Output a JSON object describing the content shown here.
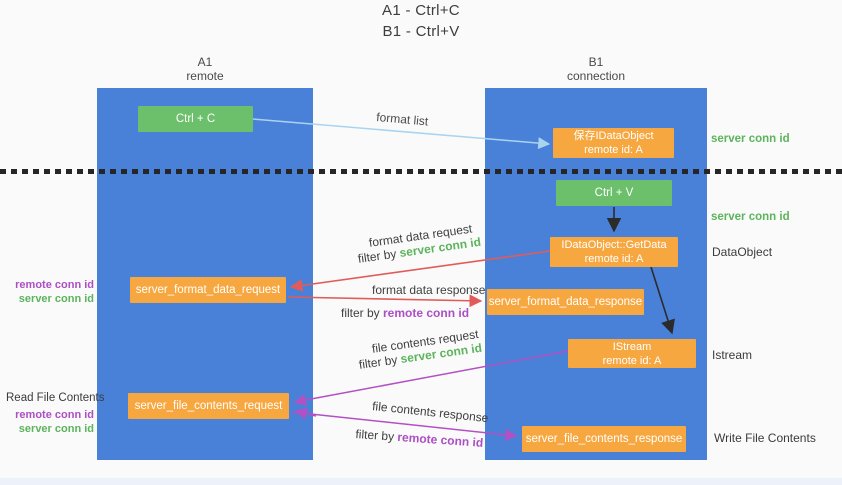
{
  "title": {
    "line1": "A1 - Ctrl+C",
    "line2": "B1 - Ctrl+V"
  },
  "lanes": {
    "left": {
      "name": "A1",
      "role": "remote"
    },
    "right": {
      "name": "B1",
      "role": "connection"
    }
  },
  "nodes": {
    "ctrl_c": {
      "label": "Ctrl + C"
    },
    "save_dataobject": {
      "line1": "保存IDataObject",
      "line2": "remote id: A"
    },
    "ctrl_v": {
      "label": "Ctrl + V"
    },
    "getdata": {
      "line1": "IDataObject::GetData",
      "line2": "remote id: A"
    },
    "format_request": {
      "label": "server_format_data_request"
    },
    "format_response": {
      "label": "server_format_data_response"
    },
    "istream": {
      "line1": "IStream",
      "line2": "remote id: A"
    },
    "file_request": {
      "label": "server_file_contents_request"
    },
    "file_response": {
      "label": "server_file_contents_response"
    }
  },
  "annotations": {
    "format_list": "format list",
    "format_data_request": "format data request",
    "format_data_response": "format data response",
    "file_contents_request": "file contents request",
    "file_contents_response": "file contents response",
    "filter_by": "filter by ",
    "server_conn_id": "server conn id",
    "remote_conn_id": "remote conn id"
  },
  "side_labels": {
    "server_conn_id": "server conn id",
    "remote_conn_id": "remote conn id",
    "dataobject": "DataObject",
    "istream": "Istream",
    "read_file_contents": "Read File Contents",
    "write_file_contents": "Write File Contents"
  },
  "colors": {
    "lane_blue": "#4a81d8",
    "node_green": "#6cbf6b",
    "node_orange": "#f7a740",
    "arrow_red": "#e05c5a",
    "arrow_purple": "#b250c4",
    "arrow_light_blue": "#a9d4f0",
    "arrow_black": "#2b2b2b",
    "text_green": "#5cb45c",
    "text_purple": "#ac4fc4",
    "background": "#fafafa"
  }
}
